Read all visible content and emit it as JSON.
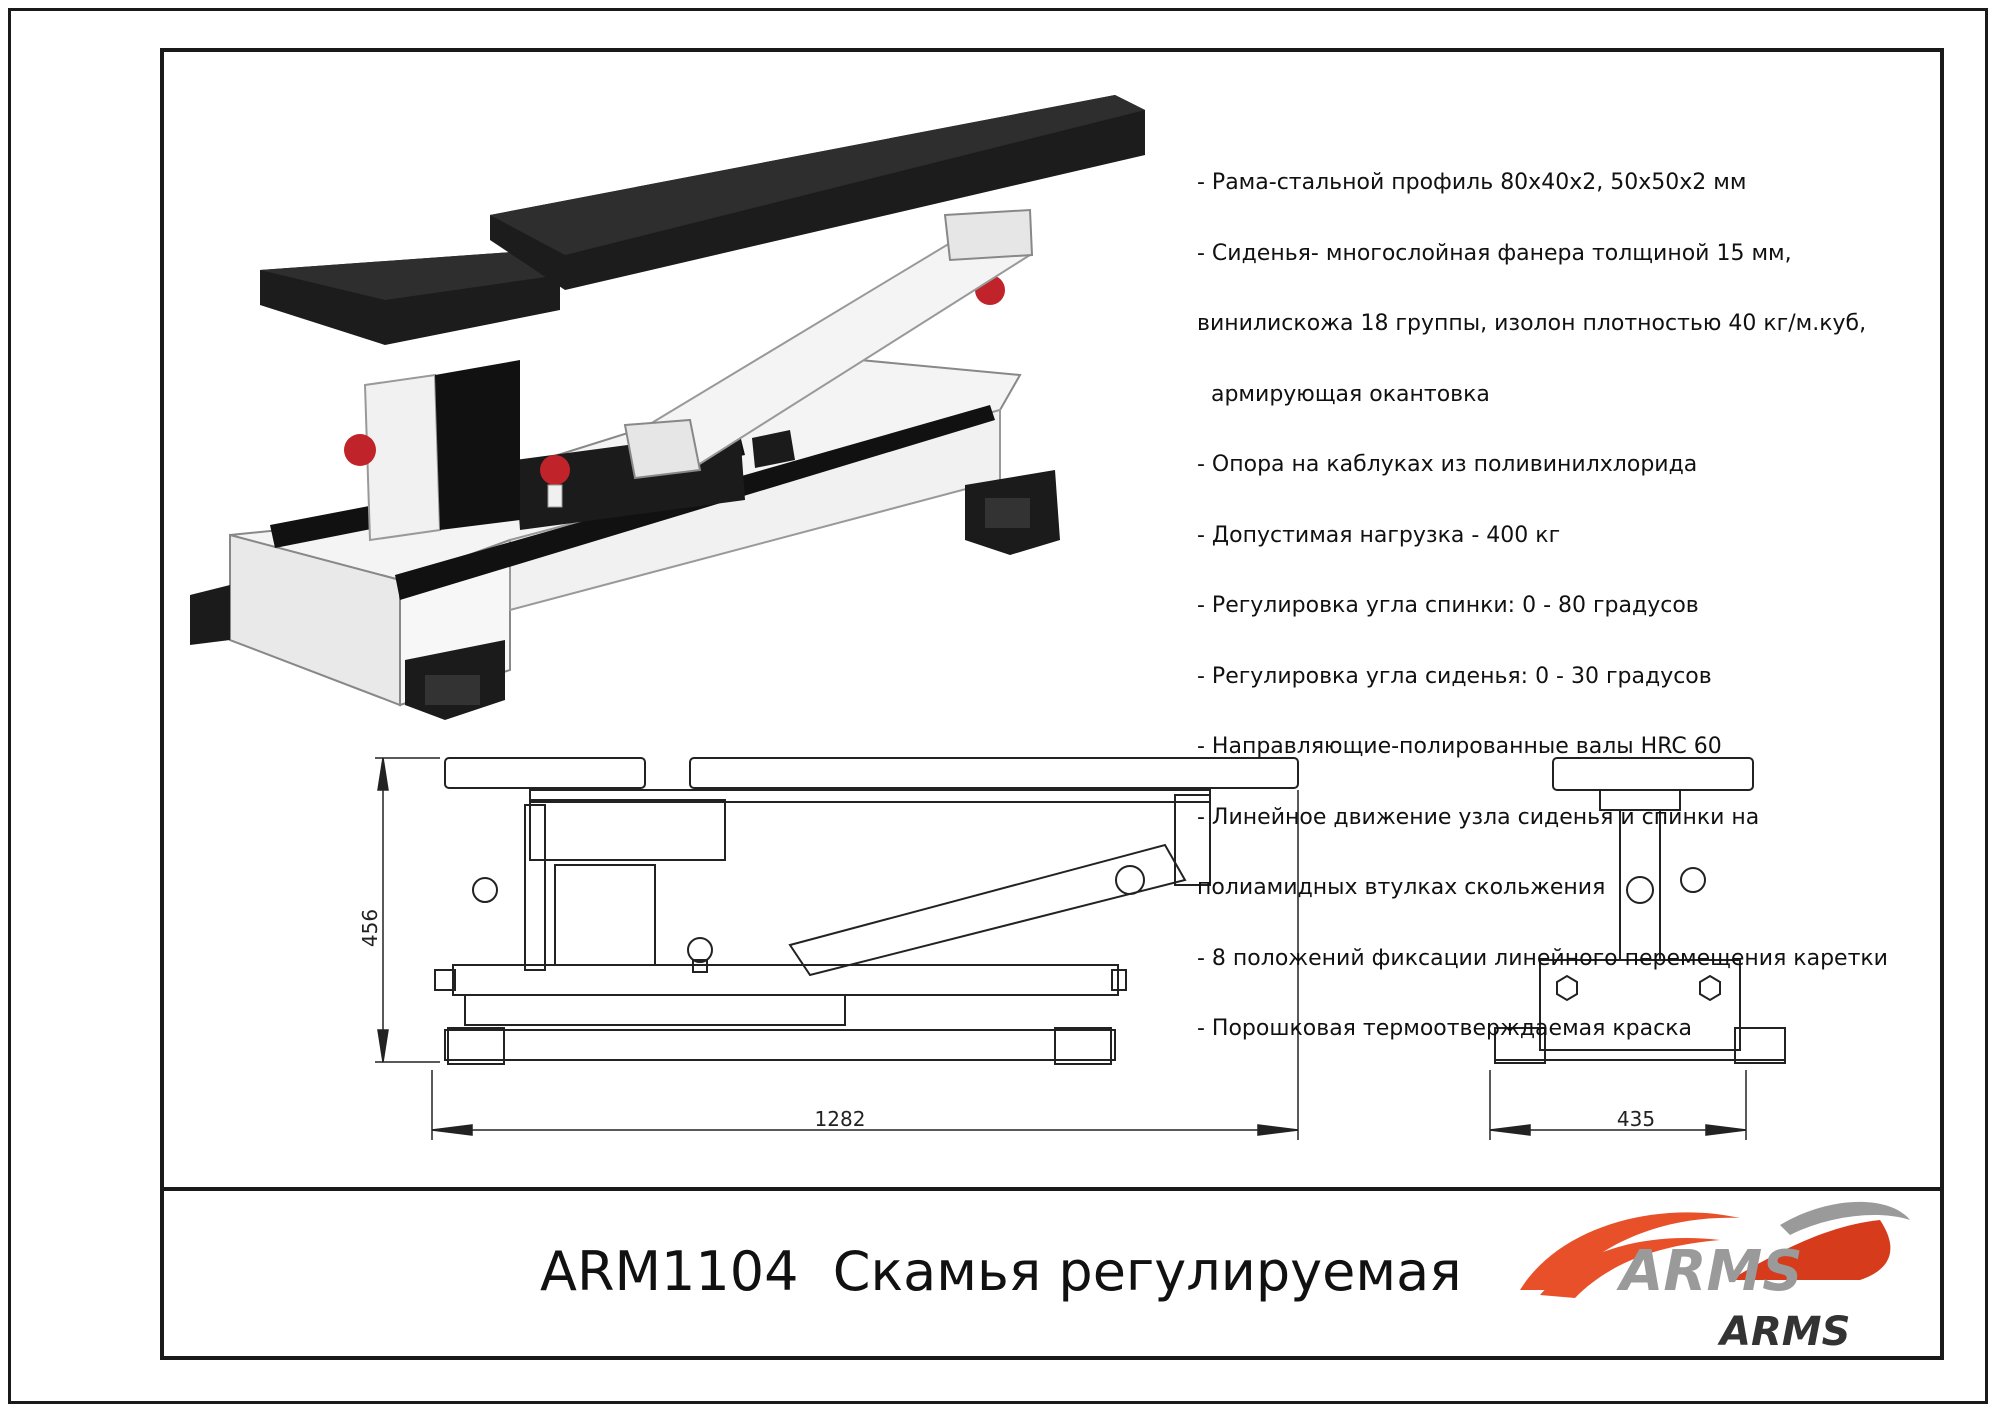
{
  "specs": [
    "- Рама-стальной профиль 80х40х2, 50х50х2 мм",
    "- Сиденья- многослойная фанера толщиной 15 мм,",
    "винилискожа 18 группы, изолон плотностью 40 кг/м.куб,",
    "  армирующая окантовка",
    "- Опора на каблуках из поливинилхлорида",
    "- Допустимая нагрузка - 400 кг",
    "- Регулировка угла спинки: 0 - 80 градусов",
    "- Регулировка угла сиденья: 0 - 30 градусов",
    "- Направляющие-полированные валы HRC 60",
    "- Линейное движение узла сиденья и спинки на",
    "полиамидных втулках скольжения",
    "- 8 положений фиксации линейного перемещения каретки",
    "- Порошковая термоотверждаемая краска"
  ],
  "title": "ARM1104  Скамья регулируемая",
  "dimensions": {
    "height": "456",
    "length": "1282",
    "width": "435"
  },
  "brand": {
    "name": "ARMS",
    "accent_color": "#e8502a",
    "gray_color": "#9a9a9a",
    "dark_color": "#333333"
  }
}
